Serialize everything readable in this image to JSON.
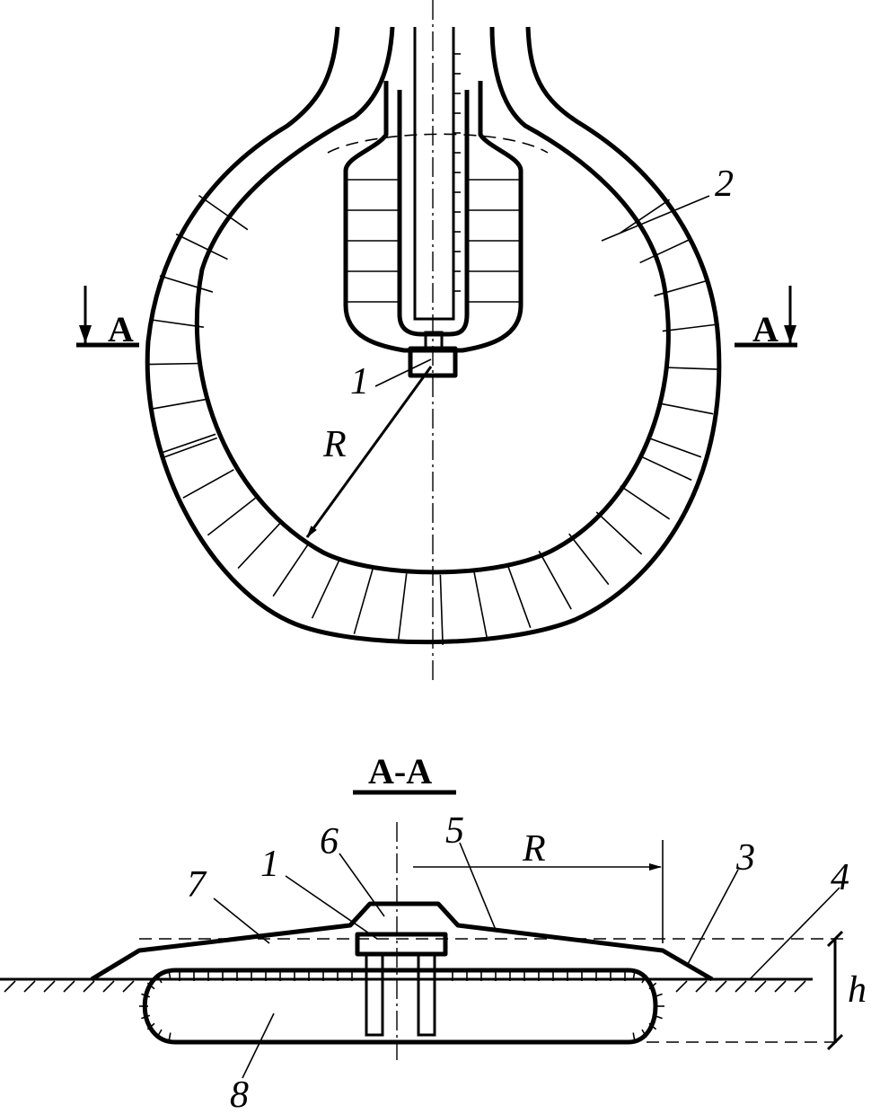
{
  "diagram": {
    "plan_labels": {
      "item_1": "1",
      "item_2": "2",
      "radius": "R",
      "section_left": "A",
      "section_right": "A"
    },
    "section_title": "A-A",
    "section_labels": {
      "item_1": "1",
      "item_3": "3",
      "item_4": "4",
      "item_5": "5",
      "item_6": "6",
      "item_7": "7",
      "item_8": "8",
      "radius": "R",
      "height": "h"
    }
  }
}
